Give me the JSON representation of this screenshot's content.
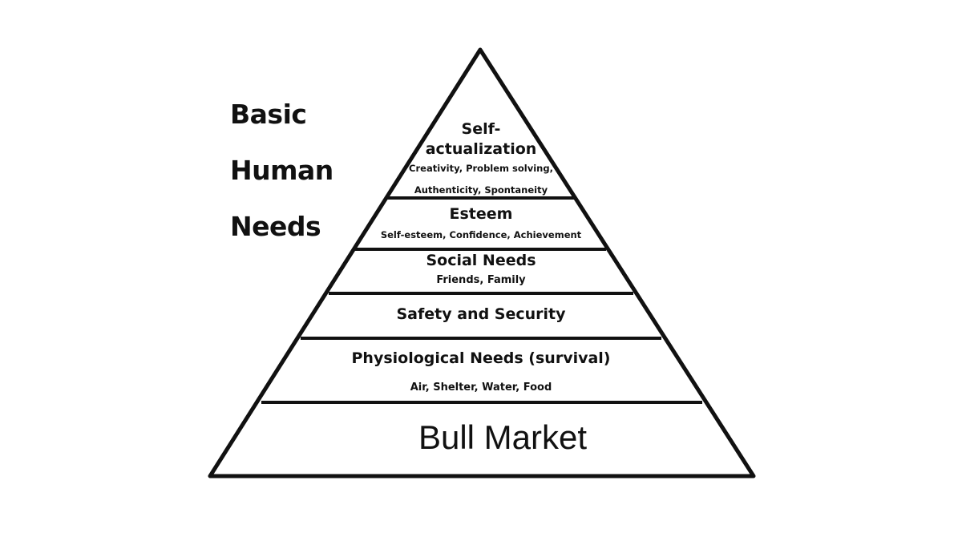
{
  "side_title": [
    "Basic",
    "Human",
    "Needs"
  ],
  "tiers": {
    "self_actualization": {
      "title_line1": "Self-",
      "title_line2": "actualization",
      "sub_line1": "Creativity, Problem solving,",
      "sub_line2": "Authenticity, Spontaneity"
    },
    "esteem": {
      "title": "Esteem",
      "sub": "Self-esteem, Confidence, Achievement"
    },
    "social": {
      "title": "Social Needs",
      "sub": "Friends, Family"
    },
    "safety": {
      "title": "Safety and Security"
    },
    "physiological": {
      "title": "Physiological Needs (survival)",
      "sub": "Air, Shelter, Water, Food"
    },
    "base": {
      "title": "Bull Market"
    }
  }
}
